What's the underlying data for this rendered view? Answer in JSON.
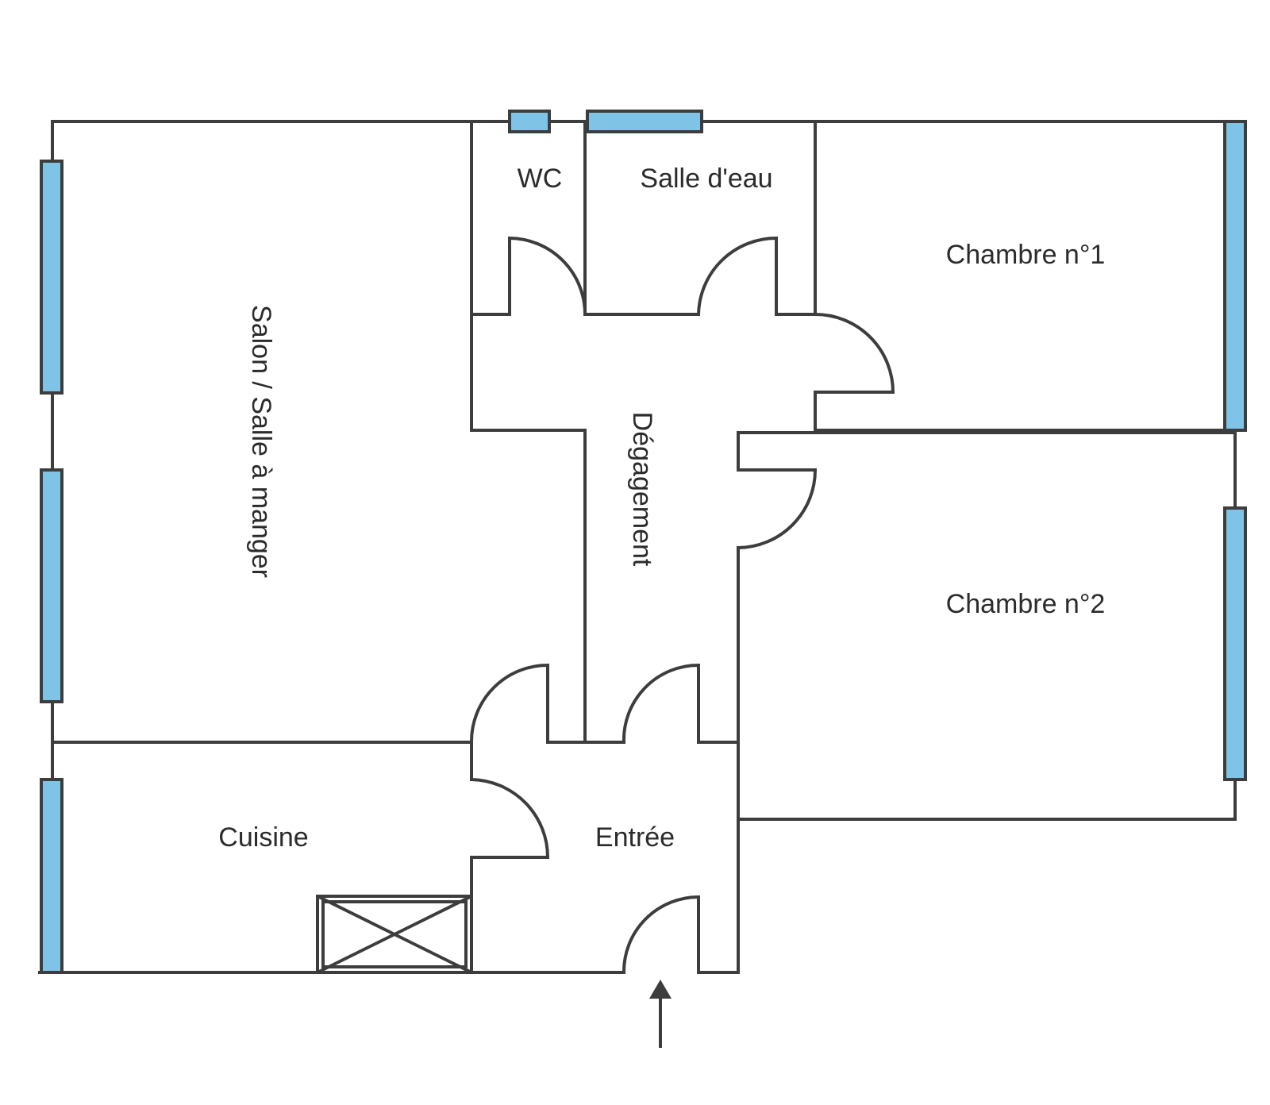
{
  "rooms": {
    "salon": "Salon / Salle à manger",
    "wc": "WC",
    "salle_eau": "Salle d'eau",
    "chambre1": "Chambre n°1",
    "chambre2": "Chambre n°2",
    "degagement": "Dégagement",
    "cuisine": "Cuisine",
    "entree": "Entrée"
  },
  "colors": {
    "wall": "#3d3d3d",
    "window": "#7fc4e6"
  }
}
